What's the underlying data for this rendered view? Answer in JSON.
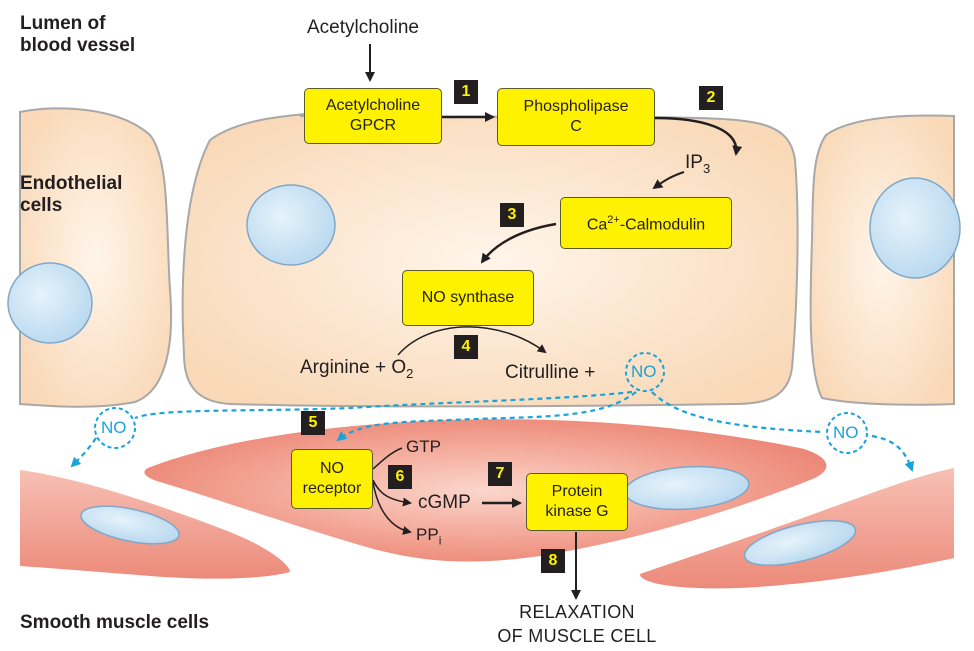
{
  "labels": {
    "lumen": "Lumen of blood vessel",
    "lumen_line1": "Lumen of",
    "lumen_line2": "blood vessel",
    "endothelial_line1": "Endothelial",
    "endothelial_line2": "cells",
    "smooth_muscle": "Smooth muscle cells"
  },
  "nodes": {
    "acetylcholine": "Acetylcholine",
    "gpcr_line1": "Acetylcholine",
    "gpcr_line2": "GPCR",
    "plc_line1": "Phospholipase",
    "plc_line2": "C",
    "ip3_base": "IP",
    "ip3_sub": "3",
    "ca_base": "Ca",
    "ca_sup": "2+",
    "ca_rest": "-Calmodulin",
    "nos": "NO synthase",
    "arginine_base": "Arginine + O",
    "arginine_sub": "2",
    "citrulline": "Citrulline +",
    "no": "NO",
    "no_receptor_line1": "NO",
    "no_receptor_line2": "receptor",
    "gtp": "GTP",
    "cgmp": "cGMP",
    "ppi_base": "PP",
    "ppi_sub": "i",
    "pkg_line1": "Protein",
    "pkg_line2": "kinase G",
    "outcome_line1": "RELAXATION",
    "outcome_line2": "OF MUSCLE CELL"
  },
  "steps": [
    "1",
    "2",
    "3",
    "4",
    "5",
    "6",
    "7",
    "8"
  ],
  "colors": {
    "endothelial_fill": "#fbe0c2",
    "endothelial_stroke": "#a8a8a8",
    "nucleus_fill": "#c9e4f5",
    "nucleus_stroke": "#7fa8c8",
    "muscle_fill": "#ef8f80",
    "box_fill": "#fff200",
    "step_fill": "#231f20",
    "step_text": "#fff200",
    "no_color": "#1aa3d9"
  }
}
